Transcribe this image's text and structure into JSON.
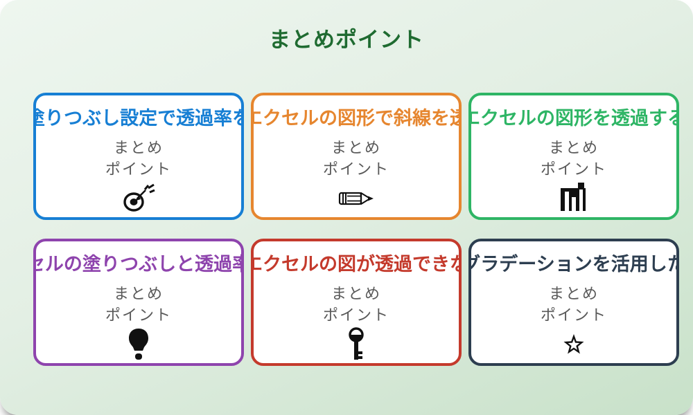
{
  "header": {
    "title": "まとめポイント",
    "title_color": "#1f6b31"
  },
  "background": {
    "gradient_top": "#eef6ef",
    "gradient_bottom": "#c8e1c9"
  },
  "subtitle_text_color": "#595959",
  "cards": [
    {
      "title": "塗りつぶし設定で透過率を",
      "subtitle_line1": "まとめ",
      "subtitle_line2": "ポイント",
      "icon": "target-icon",
      "accent": "#177fd4"
    },
    {
      "title": "エクセルの図形で斜線を透",
      "subtitle_line1": "まとめ",
      "subtitle_line2": "ポイント",
      "icon": "pencil-icon",
      "accent": "#e6862f"
    },
    {
      "title": "エクセルの図形を透過する",
      "subtitle_line1": "まとめ",
      "subtitle_line2": "ポイント",
      "icon": "bar-chart-icon",
      "accent": "#2eb565"
    },
    {
      "title": "セルの塗りつぶしと透過率",
      "subtitle_line1": "まとめ",
      "subtitle_line2": "ポイント",
      "icon": "lightbulb-icon",
      "accent": "#8e44ad"
    },
    {
      "title": "エクセルの図が透過できな",
      "subtitle_line1": "まとめ",
      "subtitle_line2": "ポイント",
      "icon": "key-icon",
      "accent": "#c43a2c"
    },
    {
      "title": "グラデーションを活用した",
      "subtitle_line1": "まとめ",
      "subtitle_line2": "ポイント",
      "icon": "star-icon",
      "accent": "#2d3e50"
    }
  ]
}
